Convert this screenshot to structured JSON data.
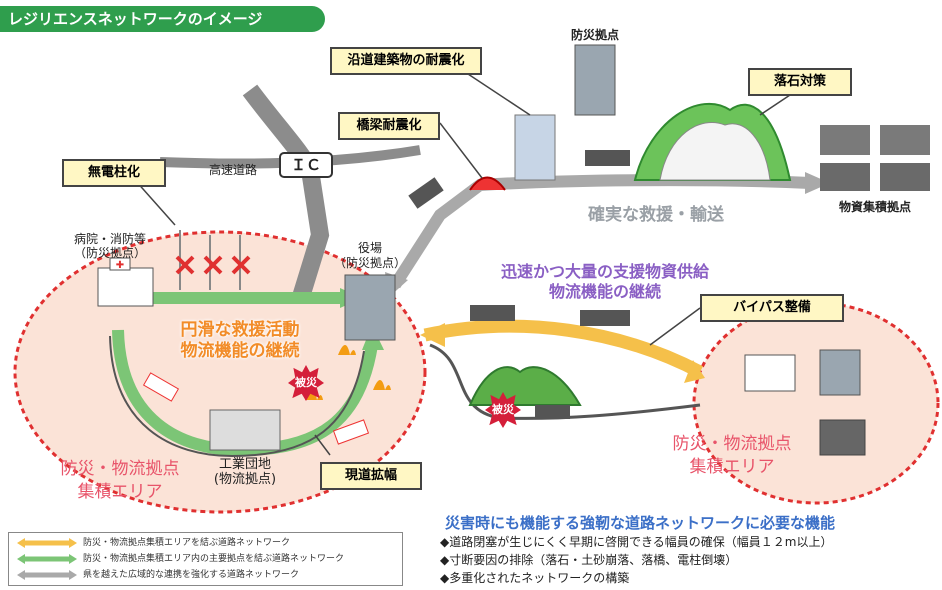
{
  "title": "レジリエンスネットワークのイメージ",
  "callouts": {
    "roadside": "沿道建築物の耐震化",
    "bridge": "橋梁耐震化",
    "poles": "無電柱化",
    "rockfall": "落石対策",
    "bypass": "バイパス整備",
    "widening": "現道拡幅"
  },
  "labels": {
    "bosai_top": "防災拠点",
    "highway": "高速道路",
    "ic": "ＩＣ",
    "hospital_l1": "病院・消防等",
    "hospital_l2": "（防災拠点）",
    "office_l1": "役場",
    "office_l2": "（防災拠点）",
    "logistics_hub": "物資集積拠点",
    "industrial_l1": "工業団地",
    "industrial_l2": "(物流拠点)",
    "disaster1": "被災",
    "disaster2": "被災"
  },
  "texts": {
    "rescue_transport": "確実な救援・輸送",
    "supply_l1": "迅速かつ大量の支援物資供給",
    "supply_l2": "物流機能の継続",
    "smooth_l1": "円滑な救援活動",
    "smooth_l2": "物流機能の継続",
    "area_left_l1": "防災・物流拠点",
    "area_left_l2": "集積エリア",
    "area_right_l1": "防災・物流拠点",
    "area_right_l2": "集積エリア"
  },
  "legend": [
    {
      "text": "防災・物流拠点集積エリアを結ぶ道路ネットワーク",
      "color": "#f5c04a"
    },
    {
      "text": "防災・物流拠点集積エリア内の主要拠点を結ぶ道路ネットワーク",
      "color": "#7cc576"
    },
    {
      "text": "県を越えた広域的な連携を強化する道路ネットワーク",
      "color": "#a9a9a9"
    }
  ],
  "functions": {
    "title": "災害時にも機能する強靭な道路ネットワークに必要な機能",
    "items": [
      "◆道路閉塞が生じにくく早期に啓開できる幅員の確保（幅員１２m以上）",
      "◆寸断要因の排除（落石・土砂崩落、落橋、電柱倒壊）",
      "◆多重化されたネットワークの構築"
    ]
  },
  "colors": {
    "title_bg": "#2f9e4d",
    "callout_bg": "#fff7c4",
    "area_fill": "#fbe3d7",
    "area_border": "#e03030",
    "grey_road": "#a9a9a9",
    "green_road": "#7cc576",
    "yellow_road": "#f5c04a",
    "red_text": "#e8546a",
    "purple_text": "#8a5fc4",
    "orange_text": "#f28c28",
    "blue_title": "#3b6fc7"
  }
}
